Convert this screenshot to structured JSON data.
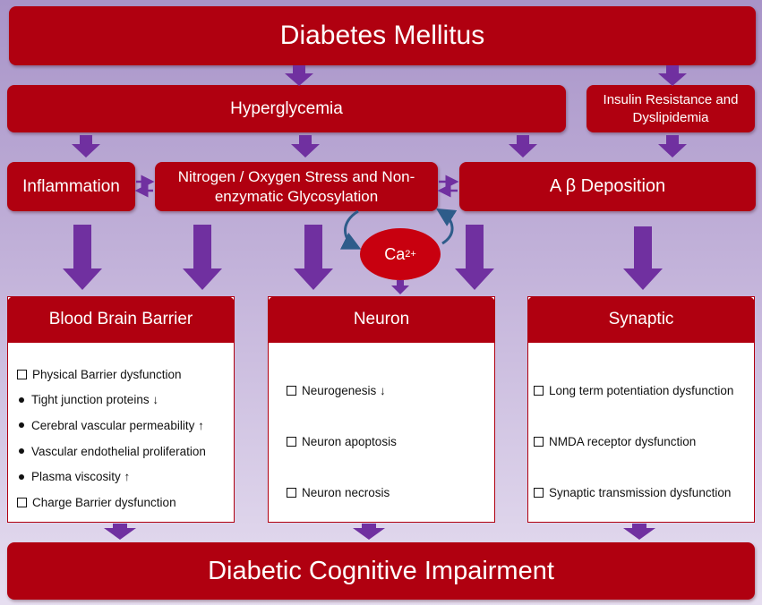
{
  "colors": {
    "box_red": "#b00010",
    "arrow_purple": "#7030a0",
    "curve_blue": "#2e5c8a"
  },
  "top": {
    "title": "Diabetes Mellitus"
  },
  "hyperglycemia": {
    "label": "Hyperglycemia"
  },
  "insulin": {
    "line1": "Insulin Resistance and",
    "line2": "Dyslipidemia"
  },
  "inflammation": {
    "label": "Inflammation"
  },
  "nitrogen": {
    "line1": "Nitrogen / Oxygen Stress and Non-",
    "line2": "enzymatic Glycosylation"
  },
  "abeta": {
    "label": "A β  Deposition"
  },
  "calcium": {
    "base": "Ca",
    "superscript": "2+"
  },
  "bbb": {
    "title": "Blood Brain Barrier",
    "items": [
      {
        "marker": "square",
        "text": "Physical Barrier dysfunction"
      },
      {
        "marker": "bullet",
        "text": "Tight junction proteins ↓"
      },
      {
        "marker": "bullet",
        "text": "Cerebral vascular permeability ↑"
      },
      {
        "marker": "bullet",
        "text": "Vascular endothelial proliferation"
      },
      {
        "marker": "bullet",
        "text": "Plasma viscosity ↑"
      },
      {
        "marker": "square",
        "text": "Charge Barrier dysfunction"
      }
    ]
  },
  "neuron": {
    "title": "Neuron",
    "items": [
      {
        "marker": "square",
        "text": "Neurogenesis ↓"
      },
      {
        "marker": "square",
        "text": "Neuron apoptosis"
      },
      {
        "marker": "square",
        "text": "Neuron necrosis"
      }
    ]
  },
  "synaptic": {
    "title": "Synaptic",
    "items": [
      {
        "marker": "square",
        "text": "Long term potentiation dysfunction"
      },
      {
        "marker": "square",
        "text": "NMDA receptor dysfunction"
      },
      {
        "marker": "square",
        "text": "Synaptic transmission dysfunction"
      }
    ]
  },
  "bottom": {
    "title": "Diabetic Cognitive Impairment"
  }
}
